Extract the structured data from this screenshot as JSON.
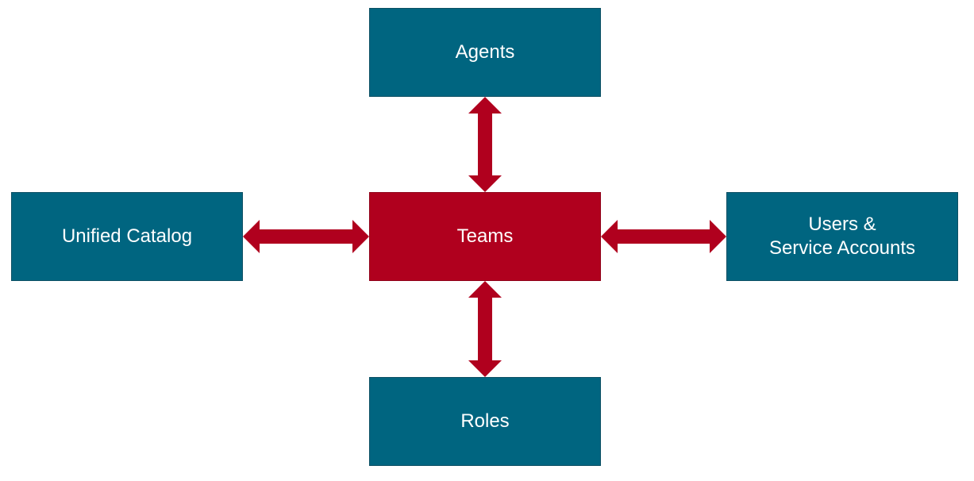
{
  "diagram": {
    "nodes": {
      "agents": {
        "label": "Agents"
      },
      "unified_catalog": {
        "label": "Unified Catalog"
      },
      "teams": {
        "label": "Teams"
      },
      "users": {
        "label": "Users &\nService Accounts"
      },
      "roles": {
        "label": "Roles"
      }
    },
    "edges": [
      {
        "from": "teams",
        "to": "agents",
        "direction": "both"
      },
      {
        "from": "teams",
        "to": "unified_catalog",
        "direction": "both"
      },
      {
        "from": "teams",
        "to": "users",
        "direction": "both"
      },
      {
        "from": "teams",
        "to": "roles",
        "direction": "both"
      }
    ],
    "colors": {
      "node_fill": "#006580",
      "center_fill": "#b0001e",
      "arrow": "#b0001e",
      "text": "#ffffff"
    }
  }
}
